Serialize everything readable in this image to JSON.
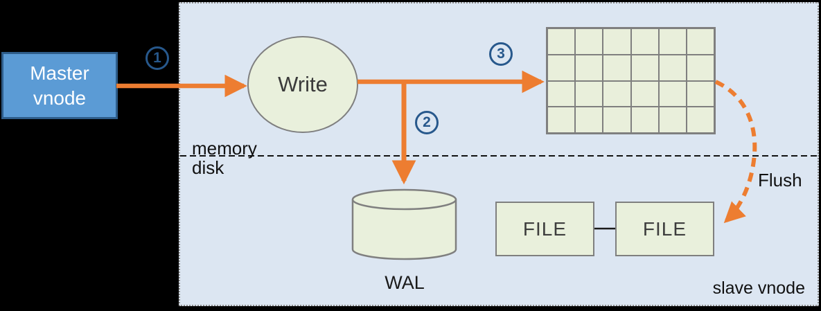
{
  "diagram": {
    "master_node": {
      "line1": "Master",
      "line2": "vnode"
    },
    "write_node": {
      "label": "Write"
    },
    "memtable_grid": {
      "rows": 4,
      "cols": 6
    },
    "wal": {
      "label": "WAL"
    },
    "file_boxes": [
      {
        "label": "FILE"
      },
      {
        "label": "FILE"
      }
    ],
    "divider": {
      "above_label": "memory",
      "below_label": "disk"
    },
    "flush": {
      "label": "Flush"
    },
    "panel": {
      "label": "slave vnode"
    },
    "steps": [
      {
        "number": "1"
      },
      {
        "number": "2"
      },
      {
        "number": "3"
      }
    ],
    "colors": {
      "accent_orange": "#ED7D31",
      "master_blue": "#5B9BD5",
      "master_border": "#2E5D8A",
      "node_green": "#E9F0DC",
      "node_border": "#7F7F7F",
      "panel_blue": "#DCE6F2",
      "step_circle_blue": "#27588C",
      "divider_black": "#111111"
    }
  }
}
